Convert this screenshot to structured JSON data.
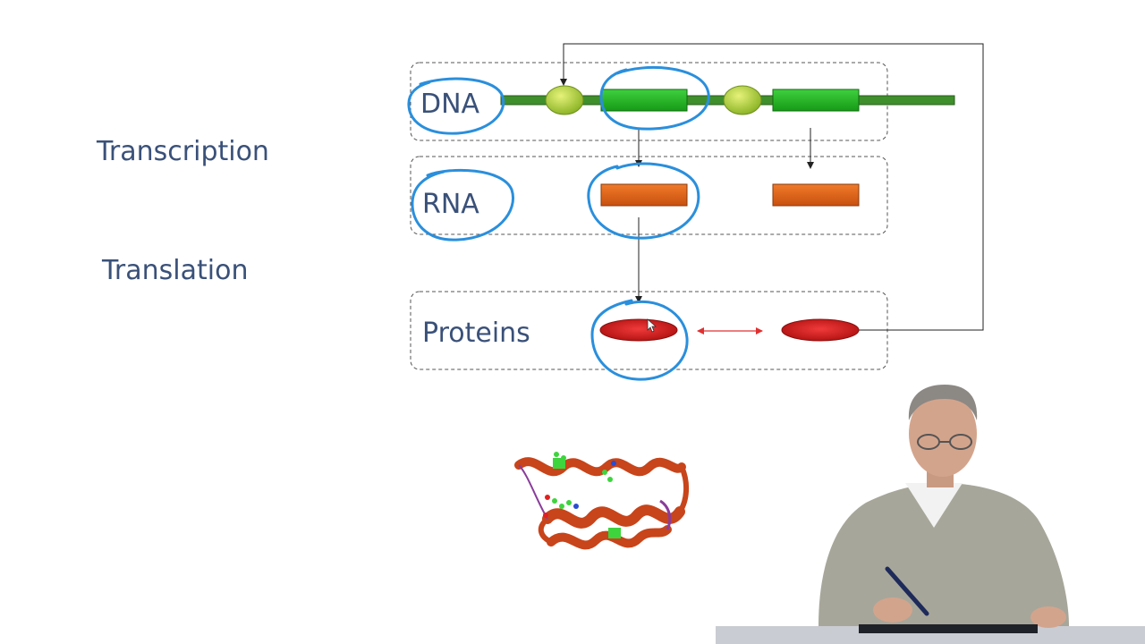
{
  "labels": {
    "transcription": "Transcription",
    "translation": "Translation"
  },
  "rows": {
    "dna": "DNA",
    "rna": "RNA",
    "proteins": "Proteins"
  },
  "colors": {
    "text": "#3a5179",
    "dna_strand": "#3f8f2c",
    "gene": "#22b022",
    "promoter": "#a9cc3a",
    "rna": "#e0661c",
    "protein": "#d41e1e",
    "interaction_arrow": "#e03030",
    "annotation_ink": "#2a8fdc"
  }
}
